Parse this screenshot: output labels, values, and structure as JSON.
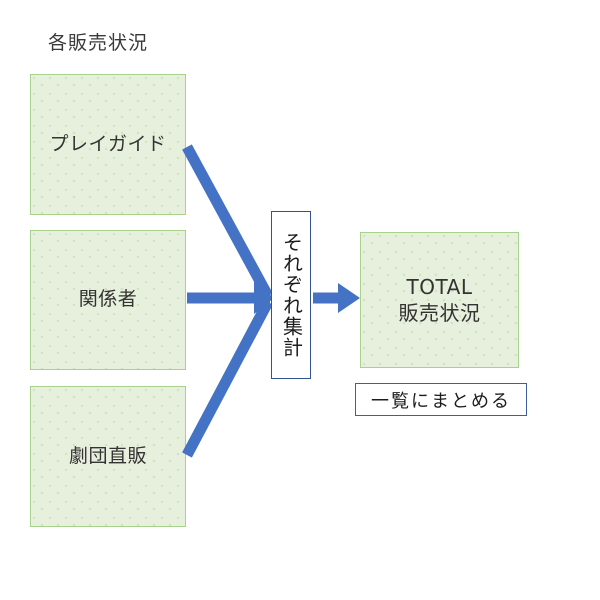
{
  "diagram": {
    "title": "各販売状況",
    "accent_blue": "#4472C4",
    "box_fill": "#E6F0DC",
    "box_border": "#A9D18E",
    "source_boxes": [
      {
        "label": "プレイガイド"
      },
      {
        "label": "関係者"
      },
      {
        "label": "劇団直販"
      }
    ],
    "aggregate": {
      "label": "それぞれ集計"
    },
    "total_box": {
      "line1": "TOTAL",
      "line2": "販売状況",
      "label": "TOTAL\n販売状況"
    },
    "caption": {
      "label": "一覧にまとめる"
    }
  }
}
